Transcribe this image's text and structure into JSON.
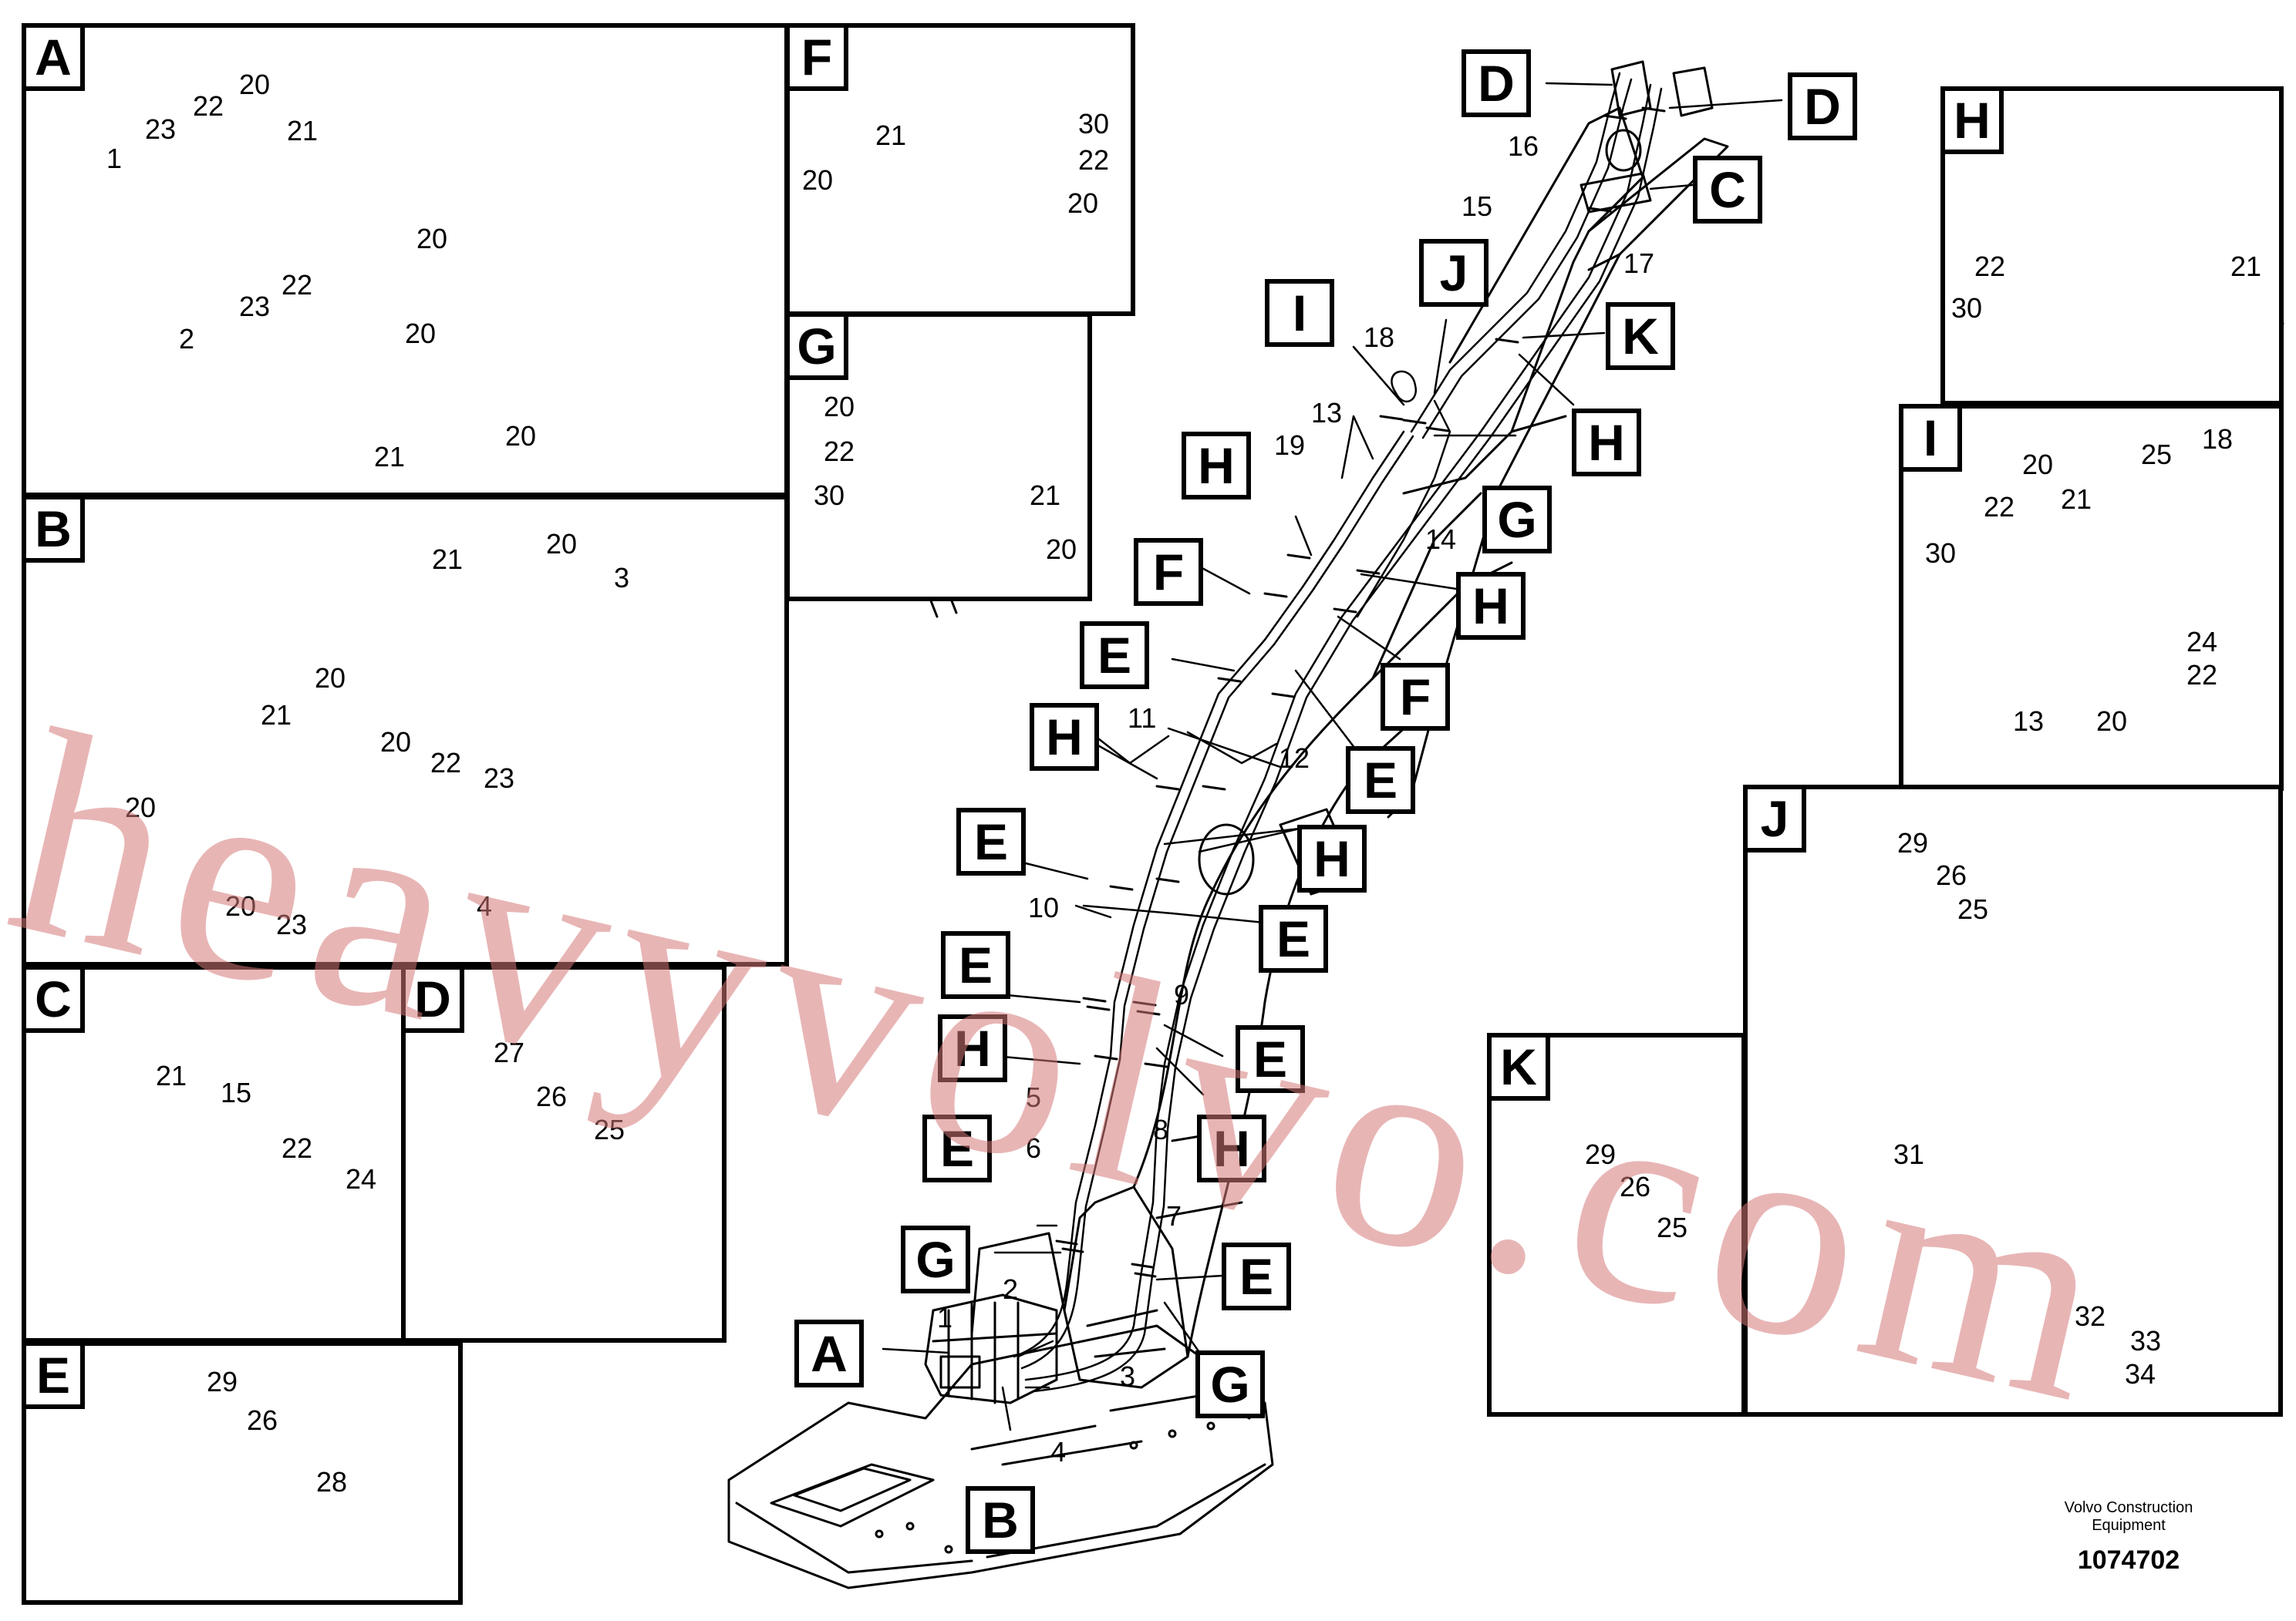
{
  "panels": {
    "A": "A",
    "B": "B",
    "C": "C",
    "D": "D",
    "E": "E",
    "F": "F",
    "G": "G",
    "H": "H",
    "I": "I",
    "J": "J",
    "K": "K"
  },
  "callouts": {
    "A": "A",
    "B": "B",
    "C": "C",
    "D": "D",
    "E": "E",
    "F": "F",
    "G": "G",
    "H": "H",
    "I": "I",
    "J": "J",
    "K": "K"
  },
  "numbers": {
    "n1": "1",
    "n2": "2",
    "n3": "3",
    "n4": "4",
    "n5": "5",
    "n6": "6",
    "n7": "7",
    "n8": "8",
    "n9": "9",
    "n10": "10",
    "n11": "11",
    "n12": "12",
    "n13": "13",
    "n14": "14",
    "n15": "15",
    "n16": "16",
    "n17": "17",
    "n18": "18",
    "n19": "19",
    "n20": "20",
    "n21": "21",
    "n22": "22",
    "n23": "23",
    "n24": "24",
    "n25": "25",
    "n26": "26",
    "n27": "27",
    "n28": "28",
    "n29": "29",
    "n30": "30",
    "n31": "31",
    "n32": "32",
    "n33": "33",
    "n34": "34"
  },
  "watermark": "heavyvolvo.com",
  "footer": {
    "brand_line1": "Volvo Construction",
    "brand_line2": "Equipment",
    "drawing_number": "1074702"
  }
}
